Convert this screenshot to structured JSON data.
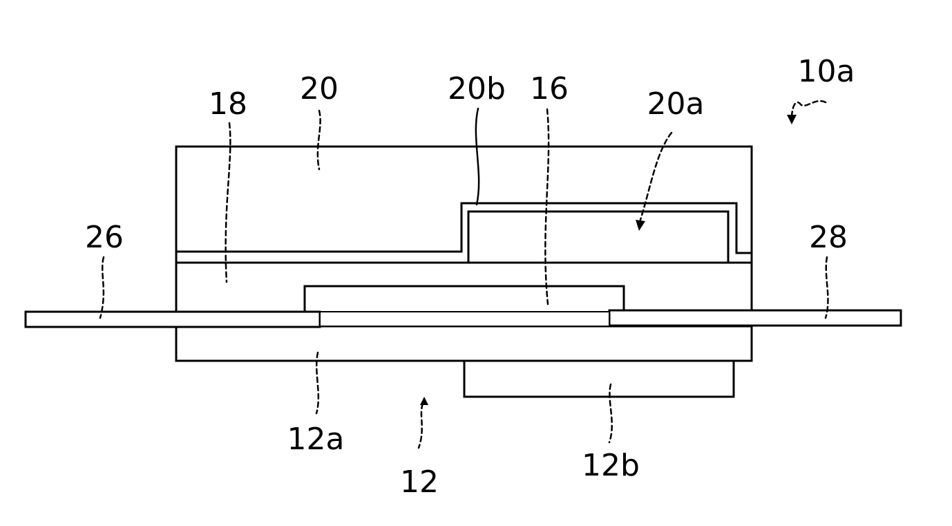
{
  "figure": {
    "labels": {
      "device": "10a",
      "substrate": "12",
      "substrate_upper": "12a",
      "substrate_lower": "12b",
      "element": "16",
      "sealing_layer": "18",
      "cover": "20",
      "cover_recess": "20a",
      "cover_recess_wall": "20b",
      "terminal_left": "26",
      "terminal_right": "28"
    }
  }
}
